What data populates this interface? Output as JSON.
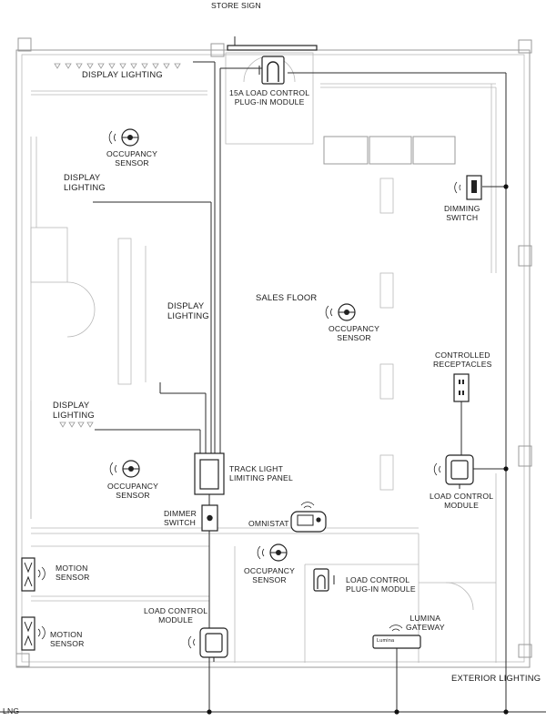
{
  "labels": {
    "store_sign": "STORE SIGN",
    "display_lighting_1": "DISPLAY LIGHTING",
    "load_control_plugin_1": [
      "15A LOAD CONTROL",
      "PLUG-IN MODULE"
    ],
    "occupancy_sensor_1": [
      "OCCUPANCY",
      "SENSOR"
    ],
    "display_lighting_2": [
      "DISPLAY",
      "LIGHTING"
    ],
    "dimming_switch": [
      "DIMMING",
      "SWITCH"
    ],
    "display_lighting_3": [
      "DISPLAY",
      "LIGHTING"
    ],
    "sales_floor": "SALES FLOOR",
    "occupancy_sensor_2": [
      "OCCUPANCY",
      "SENSOR"
    ],
    "controlled_receptacles": [
      "CONTROLLED",
      "RECEPTACLES"
    ],
    "display_lighting_4": [
      "DISPLAY",
      "LIGHTING"
    ],
    "track_light_panel": [
      "TRACK LIGHT",
      "LIMITING PANEL"
    ],
    "occupancy_sensor_3": [
      "OCCUPANCY",
      "SENSOR"
    ],
    "load_control_module_right": [
      "LOAD CONTROL",
      "MODULE"
    ],
    "dimmer_switch": [
      "DIMMER",
      "SWITCH"
    ],
    "omnistat": "OMNISTAT",
    "motion_sensor_1": [
      "MOTION",
      "SENSOR"
    ],
    "occupancy_sensor_4": [
      "OCCUPANCY",
      "SENSOR"
    ],
    "load_control_plugin_2": [
      "LOAD CONTROL",
      "PLUG-IN MODULE"
    ],
    "load_control_module_bottom": [
      "LOAD CONTROL",
      "MODULE"
    ],
    "motion_sensor_2": [
      "MOTION",
      "SENSOR"
    ],
    "lumina_gateway": [
      "LUMINA",
      "GATEWAY"
    ],
    "exterior_lighting": "EXTERIOR LIGHTING",
    "lng": "LNG",
    "gateway_device_text": "Lumina"
  },
  "colors": {
    "wire": "#2b2b2b",
    "wall": "#9a9a9a",
    "device": "#222222"
  }
}
